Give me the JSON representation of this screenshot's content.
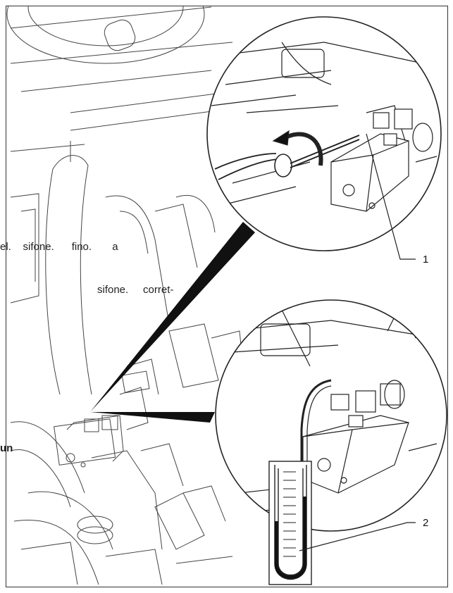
{
  "bleed_text": {
    "line1": "el.    sifone.      fino.       a",
    "line2": "sifone.     corret-",
    "line3": "un"
  },
  "callouts": {
    "one": "1",
    "two": "2"
  },
  "colors": {
    "line": "#222222",
    "tube_fluid": "#111111",
    "background": "#ffffff"
  }
}
